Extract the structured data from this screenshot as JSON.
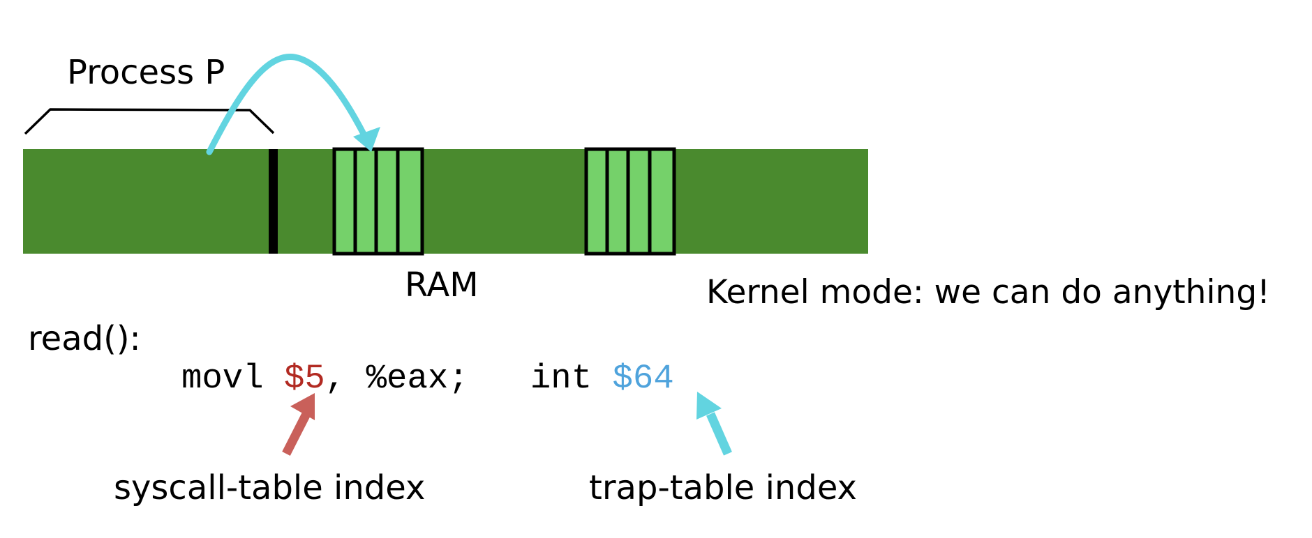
{
  "labels": {
    "process": "Process P",
    "ram": "RAM",
    "kernel_mode": "Kernel mode: we can do anything!",
    "function": "read():",
    "syscall_index": "syscall-table index",
    "trap_index": "trap-table index"
  },
  "code": {
    "instr1": "movl ",
    "syscall_num": "$5",
    "instr1_rest": ", %eax;",
    "gap": "   ",
    "instr2": "int ",
    "trap_num": "$64"
  },
  "colors": {
    "ram": "#4a8a2e",
    "table_slot": "#75d16a",
    "boundary": "#000000",
    "trap_arrow": "#62d4e0",
    "syscall_arrow": "#c9605a",
    "syscall_num_text": "#b22a22",
    "trap_num_text": "#4fa3dc"
  },
  "diagram": {
    "table_count": 2,
    "slots_per_table": 4
  }
}
